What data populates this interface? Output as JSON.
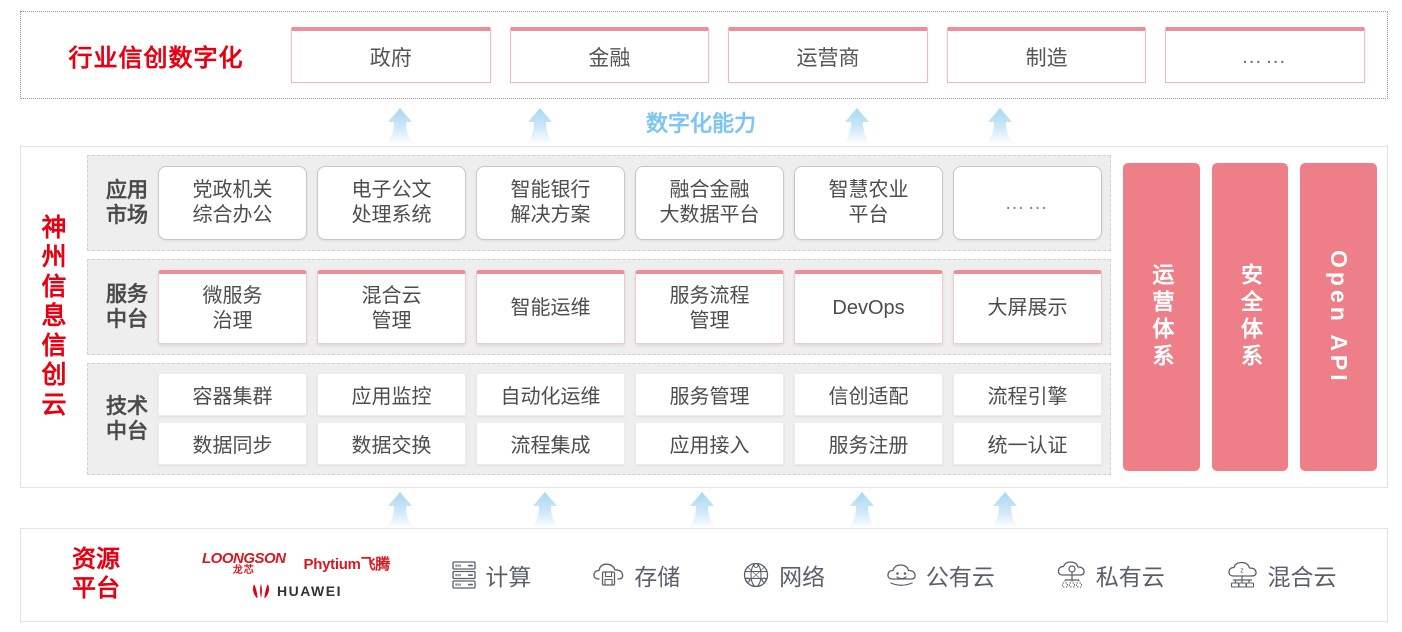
{
  "industry": {
    "title": "行业信创数字化",
    "boxes": [
      {
        "label": "政府"
      },
      {
        "label": "金融"
      },
      {
        "label": "运营商"
      },
      {
        "label": "制造"
      },
      {
        "label": "……"
      }
    ]
  },
  "capability": {
    "label": "数字化能力",
    "arrow_icon": "up-arrow-icon",
    "top_arrow_count": 4,
    "bottom_arrow_count": 5
  },
  "cloud": {
    "title": "神州信息信创云",
    "title_chars": [
      "神",
      "州",
      "信",
      "息",
      "信",
      "创",
      "云"
    ],
    "layers": [
      {
        "key": "app_market",
        "label_lines": [
          "应用",
          "市场"
        ],
        "cells": [
          {
            "lines": [
              "党政机关",
              "综合办公"
            ]
          },
          {
            "lines": [
              "电子公文",
              "处理系统"
            ]
          },
          {
            "lines": [
              "智能银行",
              "解决方案"
            ]
          },
          {
            "lines": [
              "融合金融",
              "大数据平台"
            ]
          },
          {
            "lines": [
              "智慧农业",
              "平台"
            ]
          },
          {
            "lines": [
              "……"
            ],
            "ellipsis": true
          }
        ]
      },
      {
        "key": "service_platform",
        "label_lines": [
          "服务",
          "中台"
        ],
        "cells": [
          {
            "lines": [
              "微服务",
              "治理"
            ]
          },
          {
            "lines": [
              "混合云",
              "管理"
            ]
          },
          {
            "lines": [
              "智能运维"
            ]
          },
          {
            "lines": [
              "服务流程",
              "管理"
            ]
          },
          {
            "lines": [
              "DevOps"
            ]
          },
          {
            "lines": [
              "大屏展示"
            ]
          }
        ]
      },
      {
        "key": "tech_platform",
        "label_lines": [
          "技术",
          "中台"
        ],
        "rows": [
          [
            "容器集群",
            "应用监控",
            "自动化运维",
            "服务管理",
            "信创适配",
            "流程引擎"
          ],
          [
            "数据同步",
            "数据交换",
            "流程集成",
            "应用接入",
            "服务注册",
            "统一认证"
          ]
        ]
      }
    ],
    "pillars": [
      {
        "label": "运营体系",
        "latin": false
      },
      {
        "label": "安全体系",
        "latin": false
      },
      {
        "label": "Open API",
        "latin": true
      }
    ]
  },
  "resource": {
    "title_lines": [
      "资源",
      "平台"
    ],
    "vendors": [
      {
        "name": "LOONGSON",
        "cn": "龙芯",
        "icon": "loongson-logo"
      },
      {
        "name": "Phytium飞腾",
        "icon": "phytium-logo"
      },
      {
        "name": "HUAWEI",
        "icon": "huawei-logo"
      }
    ],
    "items": [
      {
        "label": "计算",
        "icon": "server-rack-icon"
      },
      {
        "label": "存储",
        "icon": "cloud-storage-icon"
      },
      {
        "label": "网络",
        "icon": "network-globe-icon"
      },
      {
        "label": "公有云",
        "icon": "public-cloud-icon"
      },
      {
        "label": "私有云",
        "icon": "private-cloud-icon"
      },
      {
        "label": "混合云",
        "icon": "hybrid-cloud-icon"
      }
    ]
  },
  "colors": {
    "brand_red": "#e60012",
    "pillar_pink": "#ee7f88",
    "box_top_pink": "#ef8e99",
    "arrow_blue": "#bfe2f5",
    "capability_text": "#7ec6ef",
    "layer_bg": "#eeeeee"
  }
}
